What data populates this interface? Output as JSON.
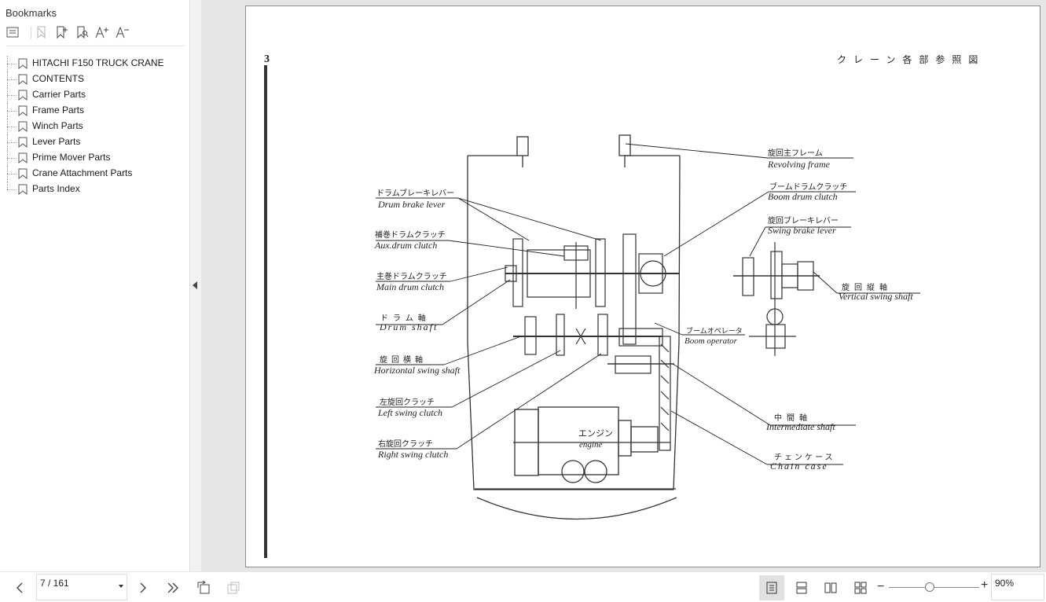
{
  "sidebar": {
    "title": "Bookmarks",
    "toolbar": [
      {
        "icon": "list-options-icon"
      },
      {
        "icon": "delete-bookmark-icon"
      },
      {
        "icon": "add-bookmark-icon"
      },
      {
        "icon": "find-bookmark-icon"
      },
      {
        "icon": "increase-font-icon"
      },
      {
        "icon": "decrease-font-icon"
      }
    ],
    "items": [
      {
        "label": "HITACHI F150 TRUCK CRANE"
      },
      {
        "label": "CONTENTS"
      },
      {
        "label": "Carrier Parts"
      },
      {
        "label": "Frame Parts"
      },
      {
        "label": "Winch Parts"
      },
      {
        "label": "Lever Parts"
      },
      {
        "label": "Prime Mover Parts"
      },
      {
        "label": "Crane Attachment Parts"
      },
      {
        "label": "Parts Index"
      }
    ]
  },
  "document": {
    "page_marker": "3",
    "heading_jp": "クレーン各部参照図",
    "labels": {
      "drum_brake_lever_jp": "ドラムブレーキレバー",
      "drum_brake_lever": "Drum brake lever",
      "aux_drum_clutch_jp": "補巻ドラムクラッチ",
      "aux_drum_clutch": "Aux.drum clutch",
      "main_drum_clutch_jp": "主巻ドラムクラッチ",
      "main_drum_clutch": "Main drum clutch",
      "drum_shaft_jp": "ドラム軸",
      "drum_shaft": "Drum shaft",
      "horizontal_swing_shaft_jp": "旋回横軸",
      "horizontal_swing_shaft": "Horizontal swing shaft",
      "left_swing_clutch_jp": "左旋回クラッチ",
      "left_swing_clutch": "Left swing clutch",
      "right_swing_clutch_jp": "右旋回クラッチ",
      "right_swing_clutch": "Right swing clutch",
      "revolving_frame_jp": "旋回主フレーム",
      "revolving_frame": "Revolving frame",
      "boom_drum_clutch_jp": "ブームドラムクラッチ",
      "boom_drum_clutch": "Boom drum clutch",
      "swing_brake_lever_jp": "旋回ブレーキレバー",
      "swing_brake_lever": "Swing brake lever",
      "vertical_swing_shaft_jp": "旋回縦軸",
      "vertical_swing_shaft": "Vertical swing shaft",
      "boom_operator_jp": "ブームオペレータ",
      "boom_operator": "Boom operator",
      "intermediate_shaft_jp": "中間軸",
      "intermediate_shaft": "Intermediate shaft",
      "chain_case_jp": "チェンケース",
      "chain_case": "Chain case",
      "engine_jp": "エンジン",
      "engine": "engine"
    }
  },
  "bottombar": {
    "page_indicator": "7 / 161",
    "zoom": "90%",
    "zoom_level": 0.45,
    "active_view": "single-page"
  },
  "colors": {
    "sidebar_bg": "#ffffff",
    "viewer_bg": "#e6e6e6",
    "page_bg": "#ffffff",
    "ink": "#222222"
  }
}
